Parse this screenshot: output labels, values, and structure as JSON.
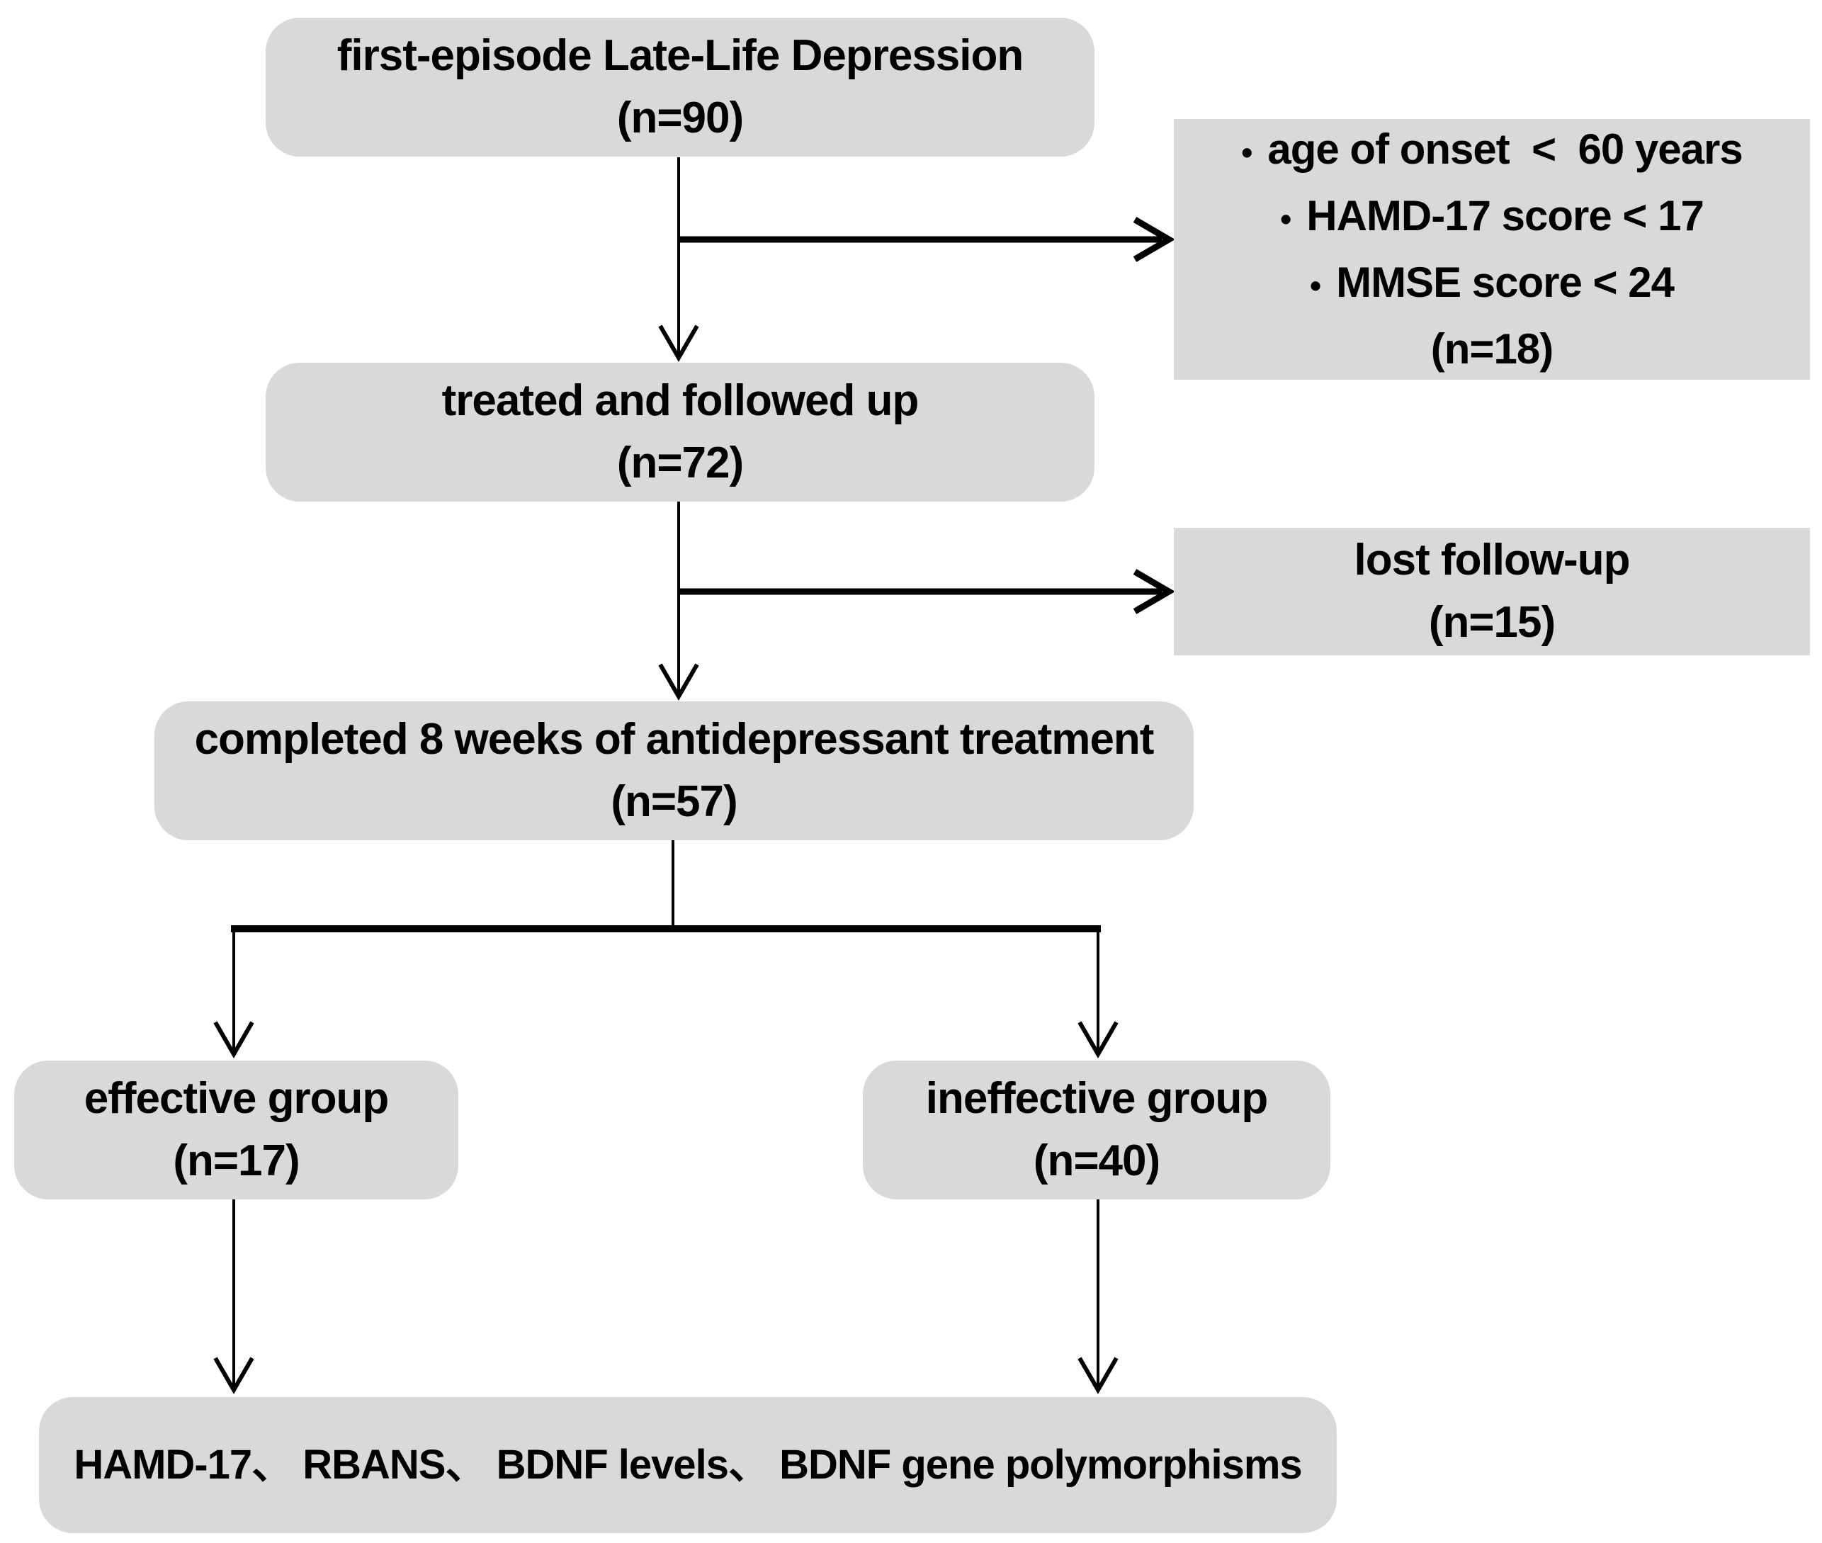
{
  "colors": {
    "box_fill": "#d9d9d9",
    "line": "#000000",
    "text": "#000000",
    "background": "#ffffff"
  },
  "flowchart": {
    "enrolled": {
      "title": "first-episode Late-Life Depression",
      "n": "(n=90)"
    },
    "excluded": {
      "bullet": "•",
      "items": [
        "age of onset  <  60 years",
        "HAMD-17 score < 17",
        "MMSE score < 24"
      ],
      "n": "(n=18)"
    },
    "treated": {
      "title": "treated and followed up",
      "n": "(n=72)"
    },
    "lost": {
      "title": "lost follow-up",
      "n": "(n=15)"
    },
    "completed": {
      "title": "completed 8 weeks of antidepressant treatment",
      "n": "(n=57)"
    },
    "effective": {
      "title": "effective group",
      "n": "(n=17)"
    },
    "ineffective": {
      "title": "ineffective group",
      "n": "(n=40)"
    },
    "outcomes": {
      "title": "HAMD-17、 RBANS、 BDNF levels、 BDNF gene polymorphisms"
    }
  }
}
